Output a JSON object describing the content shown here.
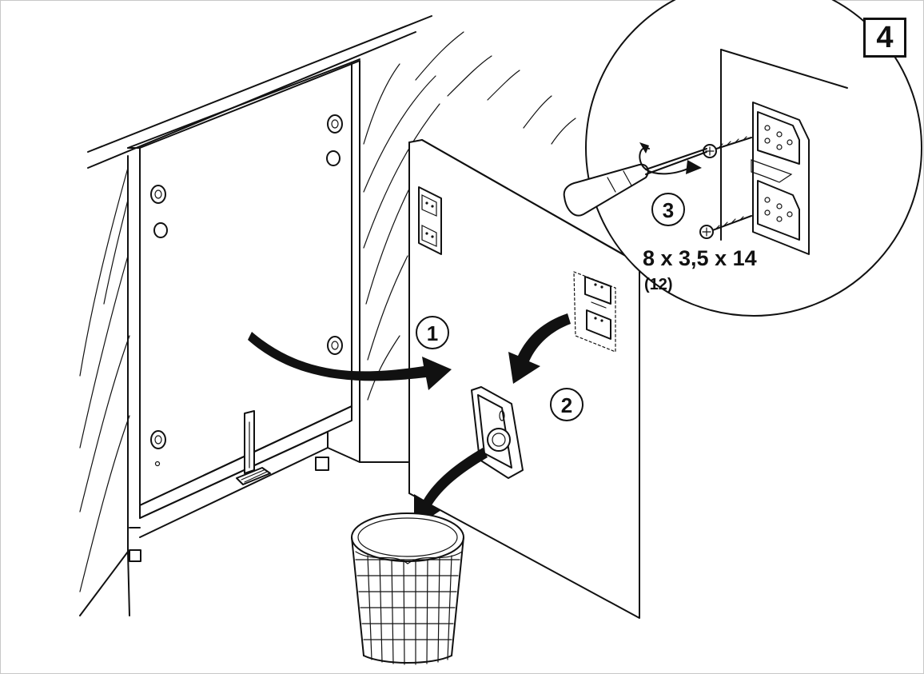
{
  "step": {
    "number": "4"
  },
  "callouts": [
    {
      "id": "1",
      "label": "1"
    },
    {
      "id": "2",
      "label": "2"
    },
    {
      "id": "3",
      "label": "3"
    }
  ],
  "screw": {
    "spec": "8 x 3,5 x 14",
    "quantity": "(12)"
  }
}
